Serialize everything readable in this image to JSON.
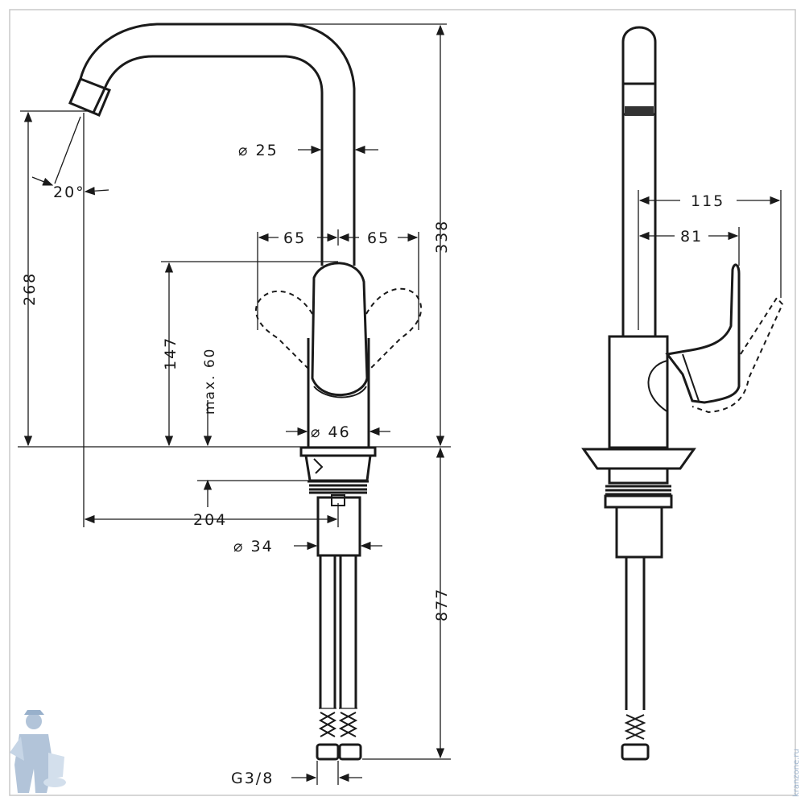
{
  "dimensions": {
    "d25": "⌀ 25",
    "d46": "⌀ 46",
    "d34": "⌀ 34",
    "h338": "338",
    "h268": "268",
    "h147": "147",
    "max60": "max. 60",
    "w204": "204",
    "w65_left": "65",
    "w65_right": "65",
    "h877": "877",
    "g38": "G3/8",
    "angle": "20°",
    "side_115": "115",
    "side_81": "81"
  },
  "watermark": {
    "icon": "plumber-mascot-icon",
    "text": "kranzone.ru",
    "color": "#9fb6d0"
  },
  "colors": {
    "line": "#1a1a1a",
    "background": "#ffffff",
    "frame": "#c8c8c8"
  }
}
